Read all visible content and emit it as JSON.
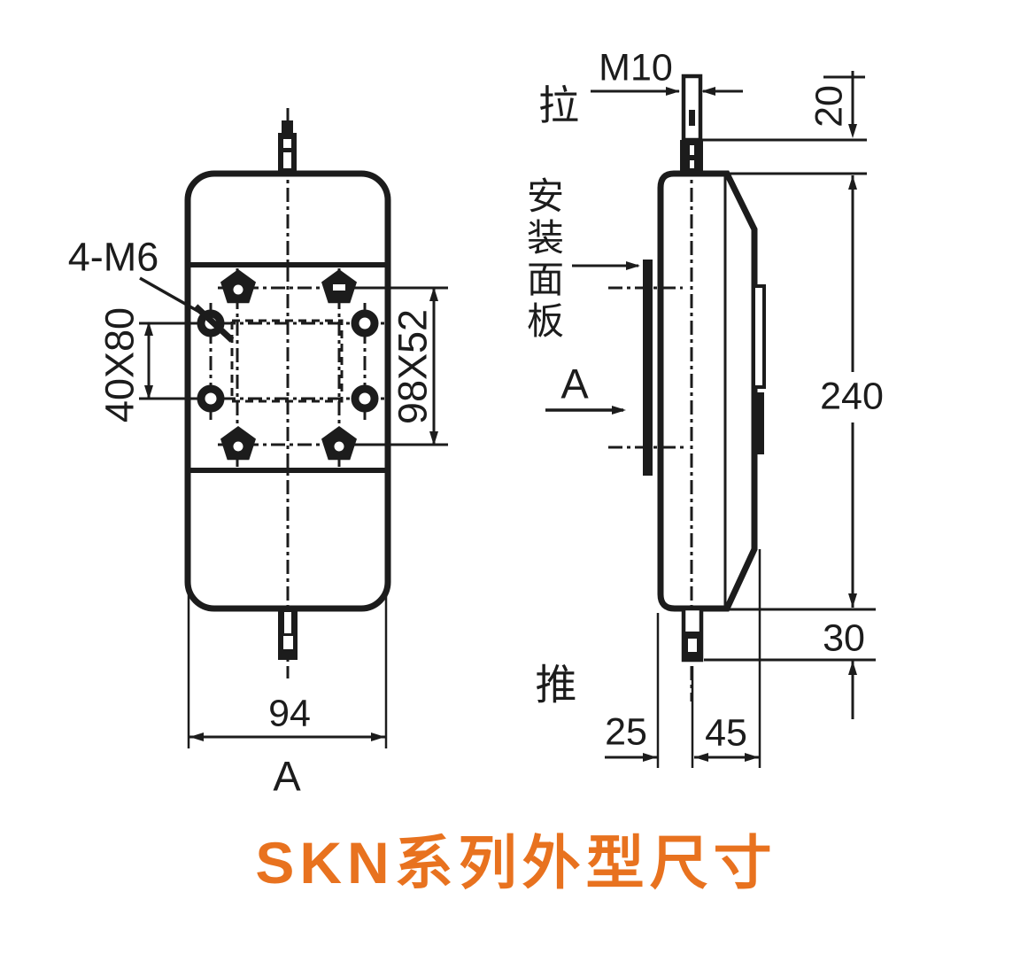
{
  "title": {
    "text": "SKN系列外型尺寸",
    "color": "#E8721F"
  },
  "front_view": {
    "screw_label": "4-M6",
    "screw_pattern_dim": "40X80",
    "bolt_pattern_dim": "98X52",
    "width_dim": "94",
    "view_label": "A"
  },
  "side_view": {
    "pull_label": "拉",
    "rod_thread_label": "M10",
    "rod_tip_dim": "20",
    "mounting_panel_label": "安装面板",
    "section_arrow_label": "A",
    "body_height_dim": "240",
    "bottom_rod_dim": "30",
    "push_label": "推",
    "front_depth_dim": "25",
    "back_depth_dim": "45"
  },
  "colors": {
    "line": "#1C1C1C",
    "background": "#FFFFFF",
    "title": "#E8721F"
  }
}
